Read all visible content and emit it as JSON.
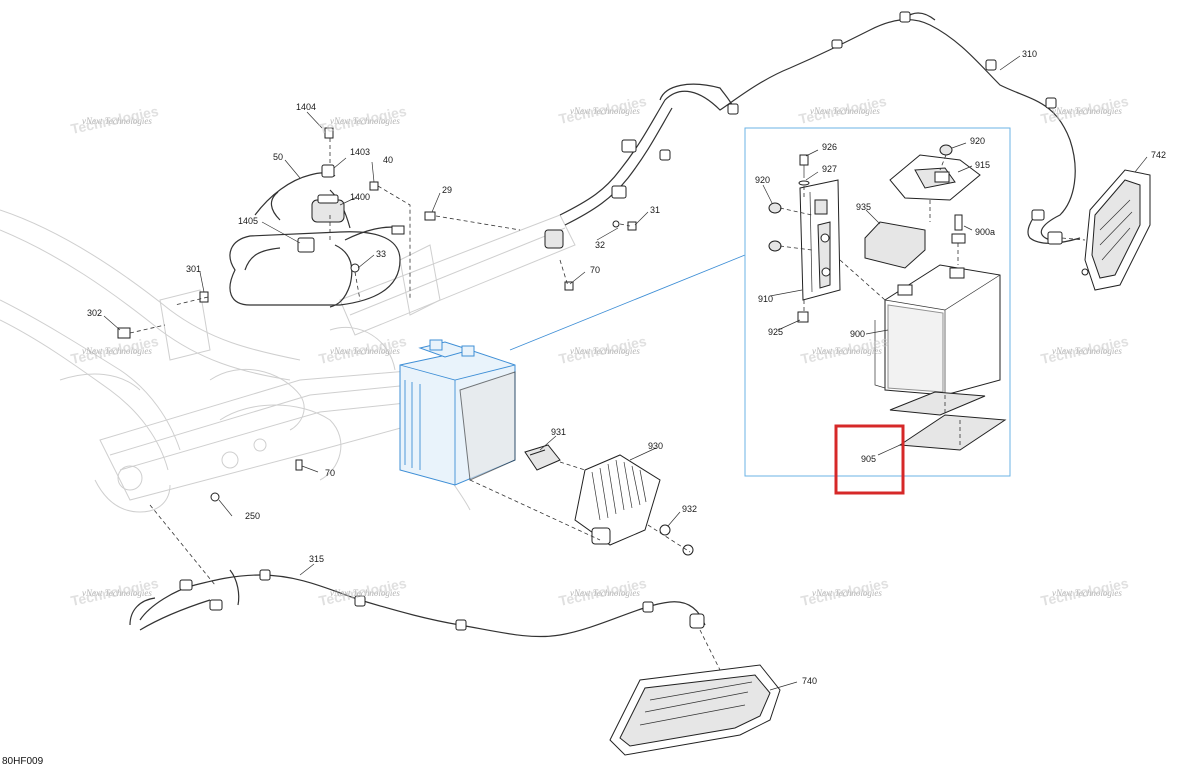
{
  "document_id": "80HF009",
  "part_labels": {
    "p1404": "1404",
    "p1403": "1403",
    "p1400": "1400",
    "p1405": "1405",
    "p50": "50",
    "p40": "40",
    "p29": "29",
    "p31": "31",
    "p32": "32",
    "p33": "33",
    "p70a": "70",
    "p70b": "70",
    "p301": "301",
    "p302": "302",
    "p250": "250",
    "p315": "315",
    "p310": "310",
    "p742": "742",
    "p740": "740",
    "p931": "931",
    "p930": "930",
    "p932": "932",
    "p926": "926",
    "p927": "927",
    "p920a": "920",
    "p920b": "920",
    "p915": "915",
    "p935": "935",
    "p900a": "900a",
    "p910": "910",
    "p925": "925",
    "p900": "900",
    "p905": "905"
  },
  "watermark": {
    "line1": "vNext Technologies",
    "line2": "Technologies"
  },
  "colors": {
    "highlight_box": "#d62828",
    "detail_frame": "#6bb3e6",
    "battery_blue": "#3f8fd6"
  }
}
